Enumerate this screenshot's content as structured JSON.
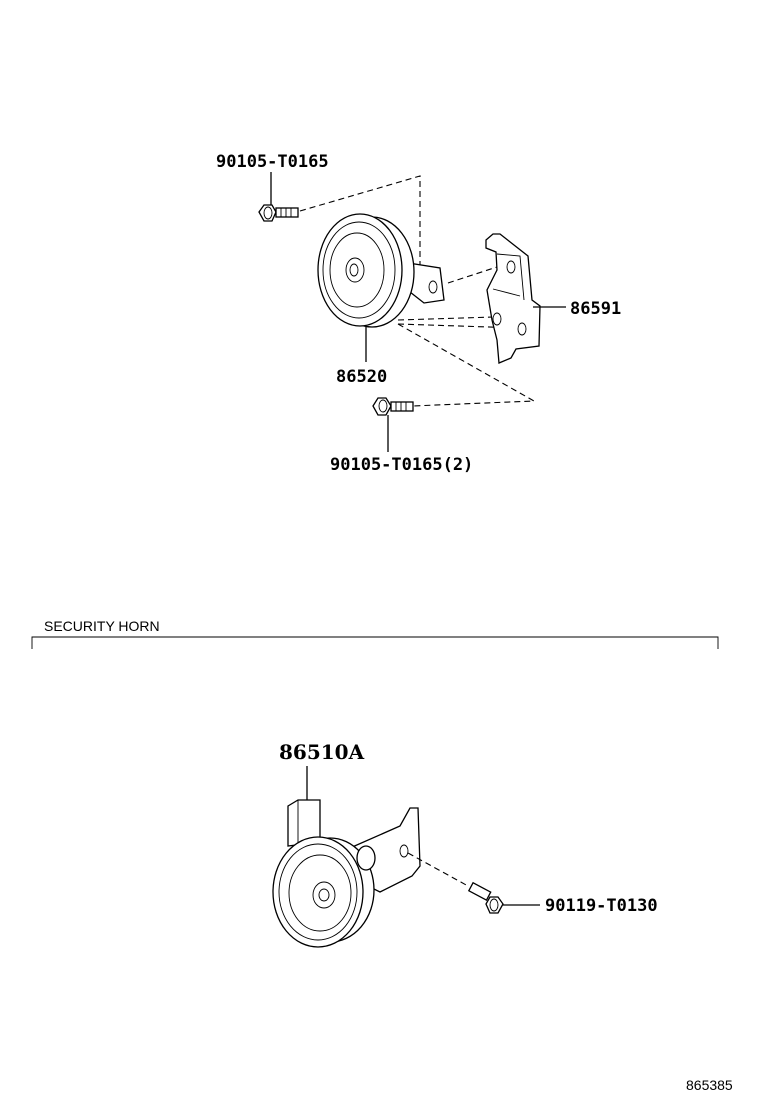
{
  "labels": {
    "bolt_top": "90105-T0165",
    "horn": "86520",
    "bracket": "86591",
    "bolt_bottom": "90105-T0165(2)",
    "section_title": "SECURITY HORN",
    "security_horn": "86510A",
    "security_bolt": "90119-T0130",
    "diagram_ref": "865385"
  }
}
